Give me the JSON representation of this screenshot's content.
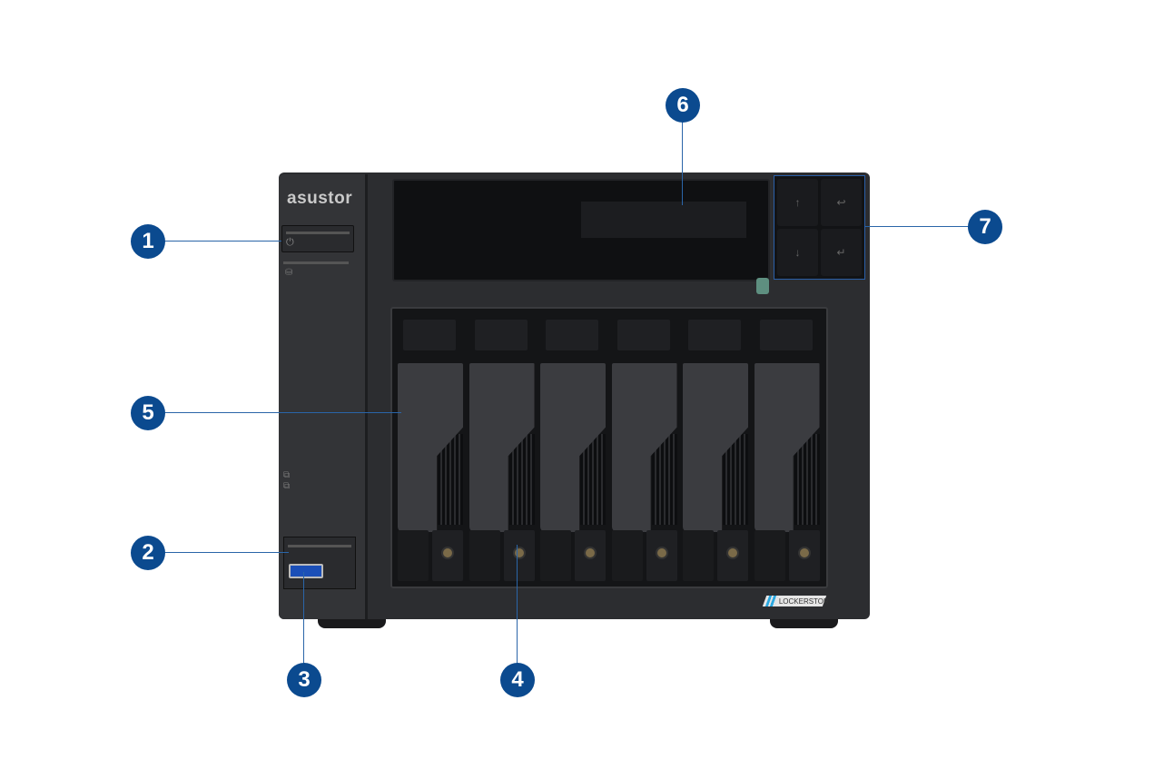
{
  "device": {
    "brand": "asustor",
    "series_badge": "LOCKERSTOR",
    "bay_count": 6,
    "power_icon": "power-icon",
    "disk_icon": "disk-icon",
    "network_icon": "network-icon",
    "usb_icon": "usb-icon"
  },
  "lcd_keys": [
    "↑",
    "↩",
    "↓",
    "↵"
  ],
  "callouts": [
    "1",
    "2",
    "3",
    "4",
    "5",
    "6",
    "7"
  ],
  "colors": {
    "callout": "#0b4a8f",
    "leader_line": "#2a65a8",
    "chassis": "#2c2d30"
  }
}
